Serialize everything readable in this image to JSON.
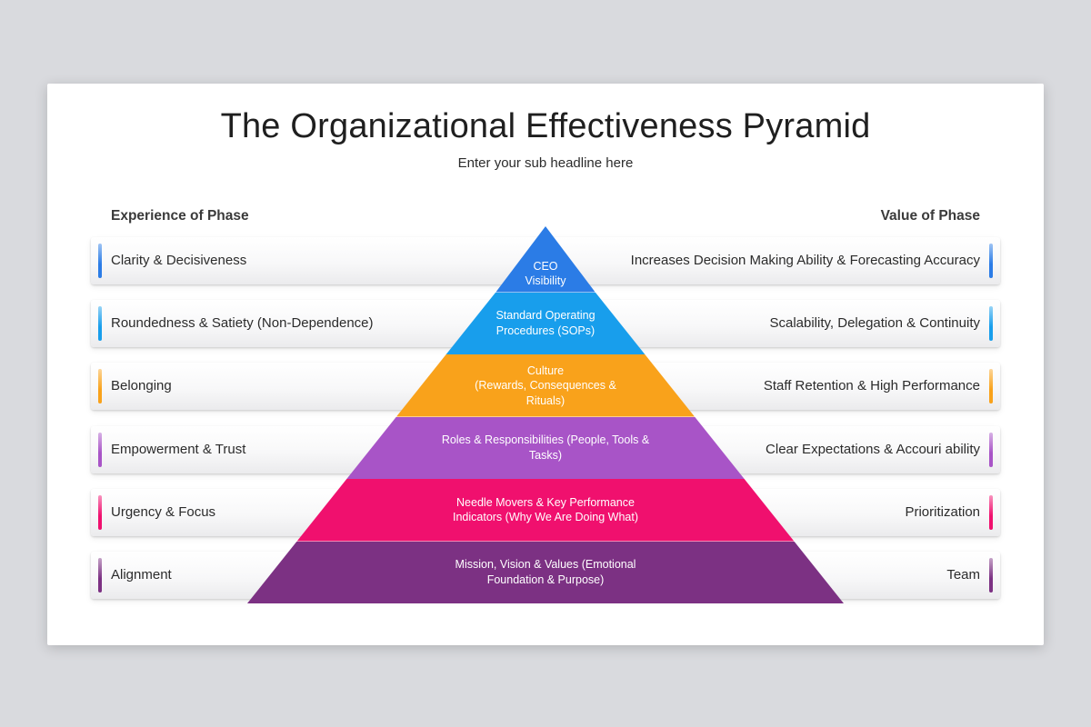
{
  "page": {
    "title": "The Organizational Effectiveness Pyramid",
    "subtitle": "Enter your sub headline here",
    "left_header": "Experience of Phase",
    "right_header": "Value of Phase"
  },
  "theme": {
    "page_background": "#d9dade",
    "slide_background": "#ffffff"
  },
  "rows": [
    {
      "left": "Clarity & Decisiveness",
      "layer": "CEO\nVisibility",
      "right": "Increases Decision Making Ability & Forecasting Accuracy",
      "color": "#2B7CE6"
    },
    {
      "left": "Roundedness & Satiety (Non-Dependence)",
      "layer": "Standard Operating\nProcedures (SOPs)",
      "right": "Scalability, Delegation & Continuity",
      "color": "#189EEC"
    },
    {
      "left": "Belonging",
      "layer": "Culture\n(Rewards, Consequences &\nRituals)",
      "right": "Staff Retention & High Performance",
      "color": "#F9A21B"
    },
    {
      "left": "Empowerment & Trust",
      "layer": "Roles & Responsibilities (People, Tools &\nTasks)",
      "right": "Clear Expectations & Accouri ability",
      "color": "#A854C7"
    },
    {
      "left": "Urgency & Focus",
      "layer": "Needle Movers & Key Performance\nIndicators (Why We Are Doing What)",
      "right": "Prioritization",
      "color": "#F0106E"
    },
    {
      "left": "Alignment",
      "layer": "Mission, Vision & Values (Emotional\nFoundation & Purpose)",
      "right": "Team",
      "color": "#7C3183"
    }
  ]
}
